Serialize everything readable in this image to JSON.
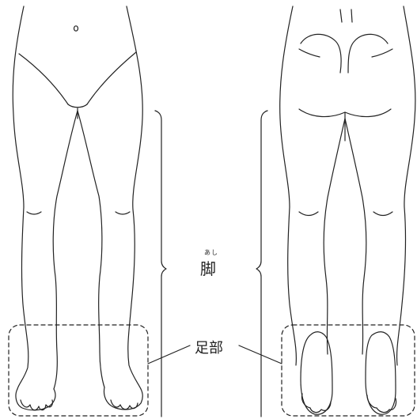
{
  "labels": {
    "leg_reading": "あし",
    "leg": "脚",
    "foot": "足部"
  },
  "colors": {
    "line": "#222222",
    "background": "#ffffff"
  },
  "figures": [
    "front-view-legs",
    "back-view-legs"
  ]
}
